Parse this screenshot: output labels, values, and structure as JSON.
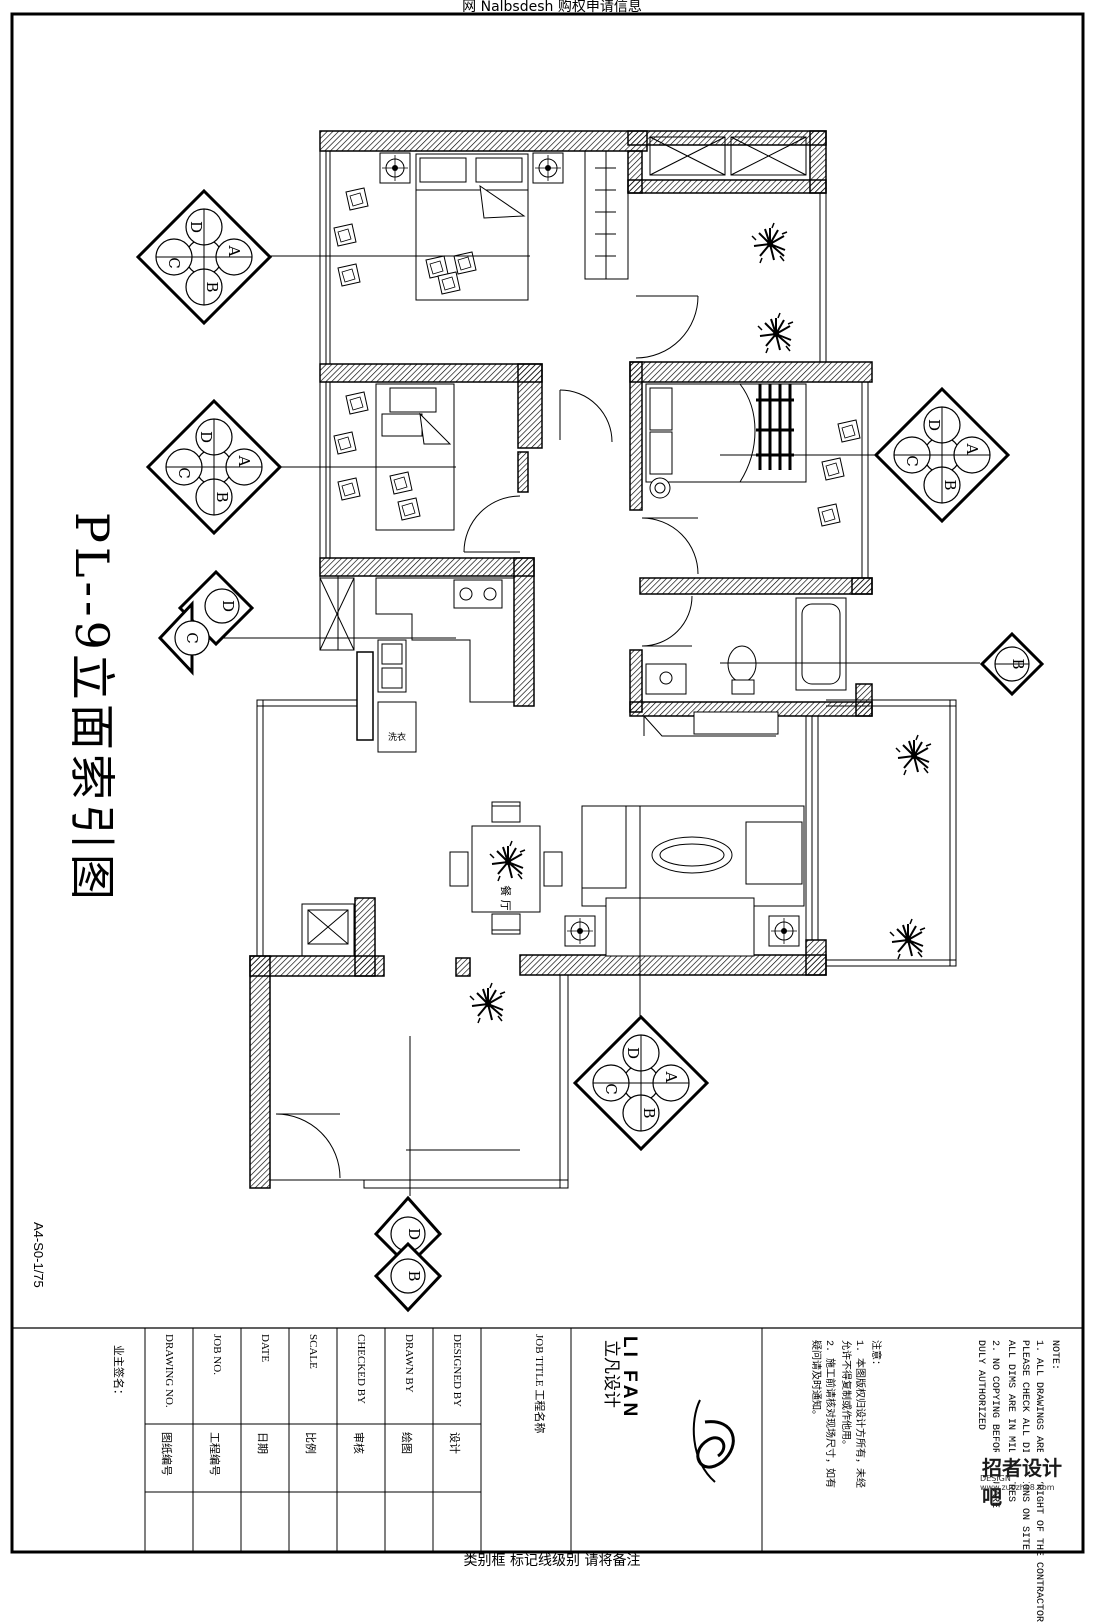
{
  "header_top": "网 Nalbsdesh 购权申请信息",
  "header_bottom": "类别框 标记线级别 请将备注",
  "plan_title": "PL--9立面索引图",
  "drawing_code": "A4-S0-1/75",
  "room_labels": {
    "dining": "餐 厅"
  },
  "index_letters": [
    "A",
    "B",
    "C",
    "D"
  ],
  "title_block": {
    "project_no_label": "JOB TITLE 工程名称",
    "designed_label": "DESIGNED BY",
    "designed_value": "设计",
    "drawn_label": "DRAWN BY",
    "drawn_value": "绘图",
    "checked_label": "CHECKED BY",
    "checked_value": "审核",
    "scale_label": "SCALE",
    "scale_value": "比例",
    "date_label": "DATE",
    "date_value": "日期",
    "job_no_label": "JOB NO.",
    "job_no_value": "工程编号",
    "drawing_no_label": "DRAWING NO.",
    "drawing_no_value": "图纸编号",
    "owner_label": "业主签名："
  },
  "brand": {
    "name": "LI FAN",
    "cn": "立凡设计"
  },
  "notes": {
    "title": "NOTE:",
    "line1": "1. ALL DRAWINGS ARE COPYRIGHT OF THE CONTRACTOR",
    "line2": "PLEASE CHECK ALL DIMENSIONS ON SITE",
    "line3": "ALL DIMS ARE IN MILLIMETRES",
    "line4": "2. NO COPYING BEFORE YOU ARE",
    "line5": "DULY AUTHORIZED",
    "cn_title": "注意：",
    "cn1": "1. 本图版权归设计方所有，未经",
    "cn2": "允许不得复制或作他用。",
    "cn3": "2. 施工前请核对现场尺寸，如有",
    "cn4": "疑问请及时通知。"
  },
  "watermark": {
    "main": "招者设计吧",
    "sub": "DESIGN www.zuozhe8.com"
  }
}
